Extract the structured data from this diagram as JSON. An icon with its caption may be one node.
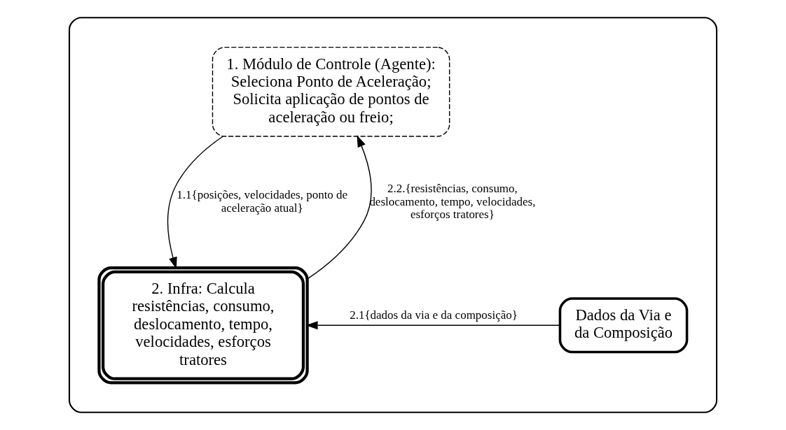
{
  "diagram": {
    "nodes": [
      {
        "text": [],
        "shape": "box"
      },
      {
        "text": [
          "1. Módulo de Controle (Agente): Seleciona Ponto de Aceleração; Solicita aplicação de pontos de aceleração ou freio;"
        ],
        "in": 0
      },
      {
        "text": [
          "2. Infra: Calcula resistências, consumo, deslocamento, tempo, velocidades, esforços tratores"
        ],
        "in": 0
      },
      {
        "text": [
          "Dados da Via e da Composição"
        ],
        "in": 0
      }
    ],
    "edges": [
      {
        "from": 1,
        "to": 2,
        "arrow": "to",
        "label": "1.1{posições, velocidades, ponto de aceleração atual}"
      },
      {
        "from": 2,
        "to": 1,
        "arrow": "to",
        "label": "2.2.{resistências, consumo, deslocamento, tempo, velocidades, esforços tratores}"
      },
      {
        "from": 3,
        "to": 2,
        "arrow": "to",
        "label": "2.1{dados da via e da composição}"
      }
    ]
  }
}
